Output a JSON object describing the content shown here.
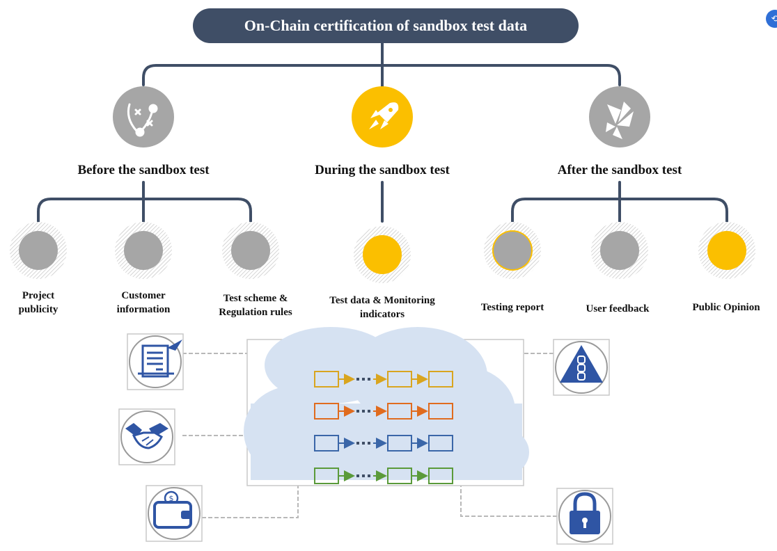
{
  "title": "On-Chain certification of sandbox test data",
  "phases": [
    {
      "label": "Before the sandbox test",
      "icon": "strategy-icon",
      "color": "#a6a6a6"
    },
    {
      "label": "During the sandbox test",
      "icon": "rocket-icon",
      "color": "#fbbf00"
    },
    {
      "label": "After the sandbox test",
      "icon": "pinwheel-icon",
      "color": "#a6a6a6"
    }
  ],
  "items": [
    {
      "line1": "Project",
      "line2": "publicity",
      "color": "#a6a6a6"
    },
    {
      "line1": "Customer",
      "line2": "information",
      "color": "#a6a6a6"
    },
    {
      "line1": "Test scheme &",
      "line2": "Regulation rules",
      "color": "#a6a6a6"
    },
    {
      "line1": "Test data & Monitoring",
      "line2": "indicators",
      "color": "#fbbf00"
    },
    {
      "line1": "Testing report",
      "line2": "",
      "color": "#a6a6a6"
    },
    {
      "line1": "User feedback",
      "line2": "",
      "color": "#a6a6a6"
    },
    {
      "line1": "Public Opinion",
      "line2": "",
      "color": "#fbbf00"
    }
  ],
  "chain_colors": [
    "#d9a51f",
    "#e06b1e",
    "#3a66a8",
    "#5a9a3a"
  ],
  "side_icons": [
    "document-icon",
    "handshake-icon",
    "wallet-icon",
    "blockchain-warning-icon",
    "lock-icon"
  ],
  "colors": {
    "title_bg": "#3f4e66",
    "connector": "#3f4e66",
    "cloud": "#d6e2f2",
    "icon_blue": "#2f55a4"
  }
}
